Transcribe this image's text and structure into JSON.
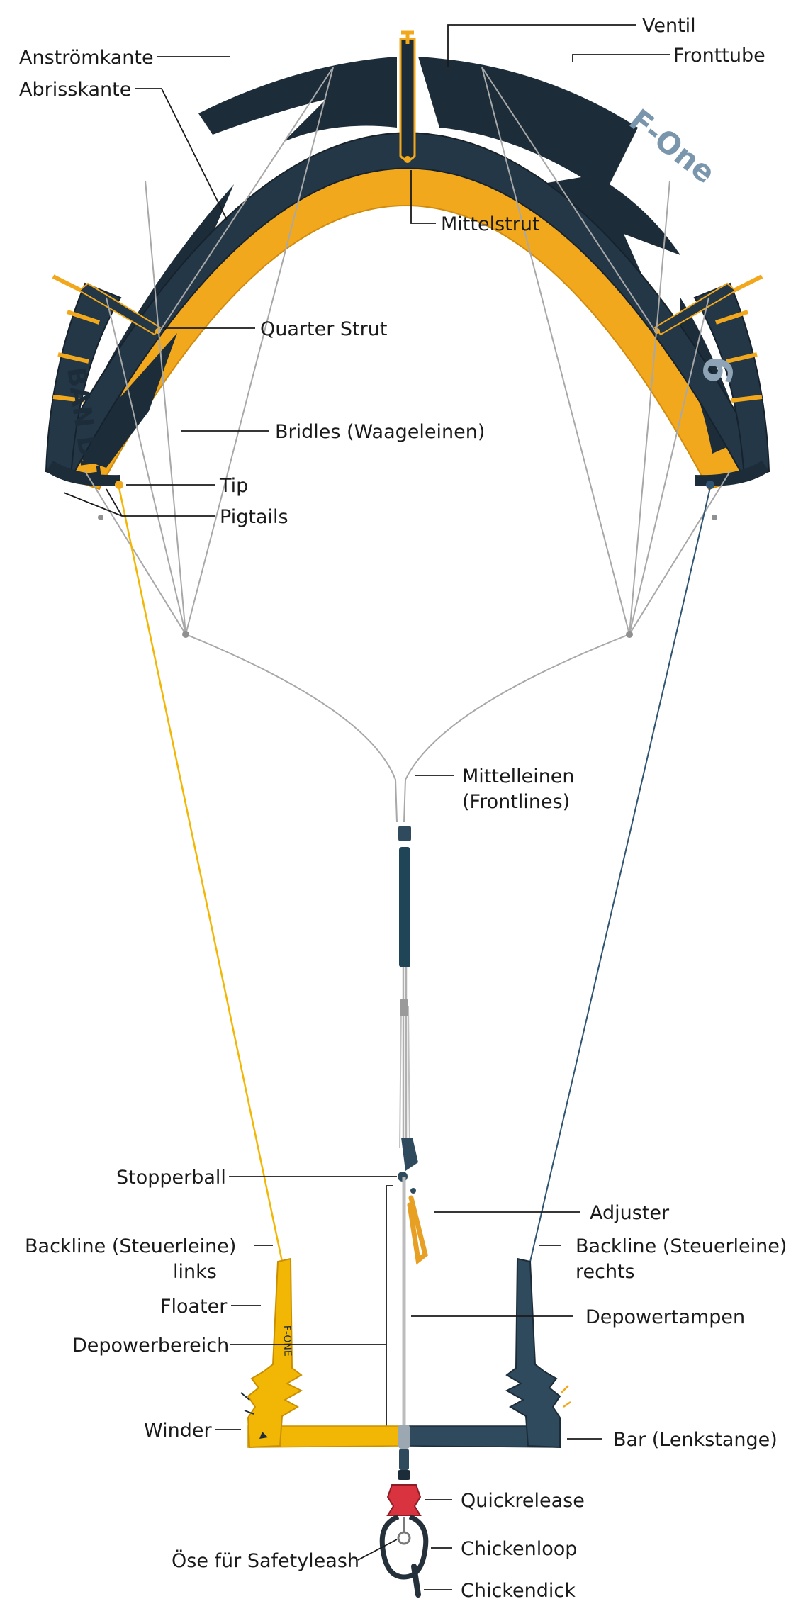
{
  "colors": {
    "navy": "#243747",
    "navy_dark": "#1c2c39",
    "yellow": "#f2a81c",
    "yellow_light": "#f7c23a",
    "line_gray": "#a8a8a8",
    "backline_left": "#f2b705",
    "backline_right": "#2e5472",
    "quickrelease_red": "#d9333f"
  },
  "kite": {
    "brand_text": "F-One",
    "model_text": "BAN DIT",
    "size_text": "9"
  },
  "labels": {
    "anstroemkante": "Anströmkante",
    "abrisskante": "Abrisskante",
    "ventil": "Ventil",
    "fronttube": "Fronttube",
    "mittelstrut": "Mittelstrut",
    "quarter_strut": "Quarter Strut",
    "bridles": "Bridles (Waageleinen)",
    "tip": "Tip",
    "pigtails": "Pigtails",
    "mittelleinen_1": "Mittelleinen",
    "mittelleinen_2": "(Frontlines)",
    "stopperball": "Stopperball",
    "adjuster": "Adjuster",
    "backline_left_1": "Backline (Steuerleine)",
    "backline_left_2": "links",
    "backline_right_1": "Backline (Steuerleine)",
    "backline_right_2": "rechts",
    "floater": "Floater",
    "depowertampen": "Depowertampen",
    "depowerbereich": "Depowerbereich",
    "winder": "Winder",
    "bar": "Bar (Lenkstange)",
    "quickrelease": "Quickrelease",
    "chickenloop": "Chickenloop",
    "oese": "Öse für Safetyleash",
    "chickendick": "Chickendick"
  }
}
